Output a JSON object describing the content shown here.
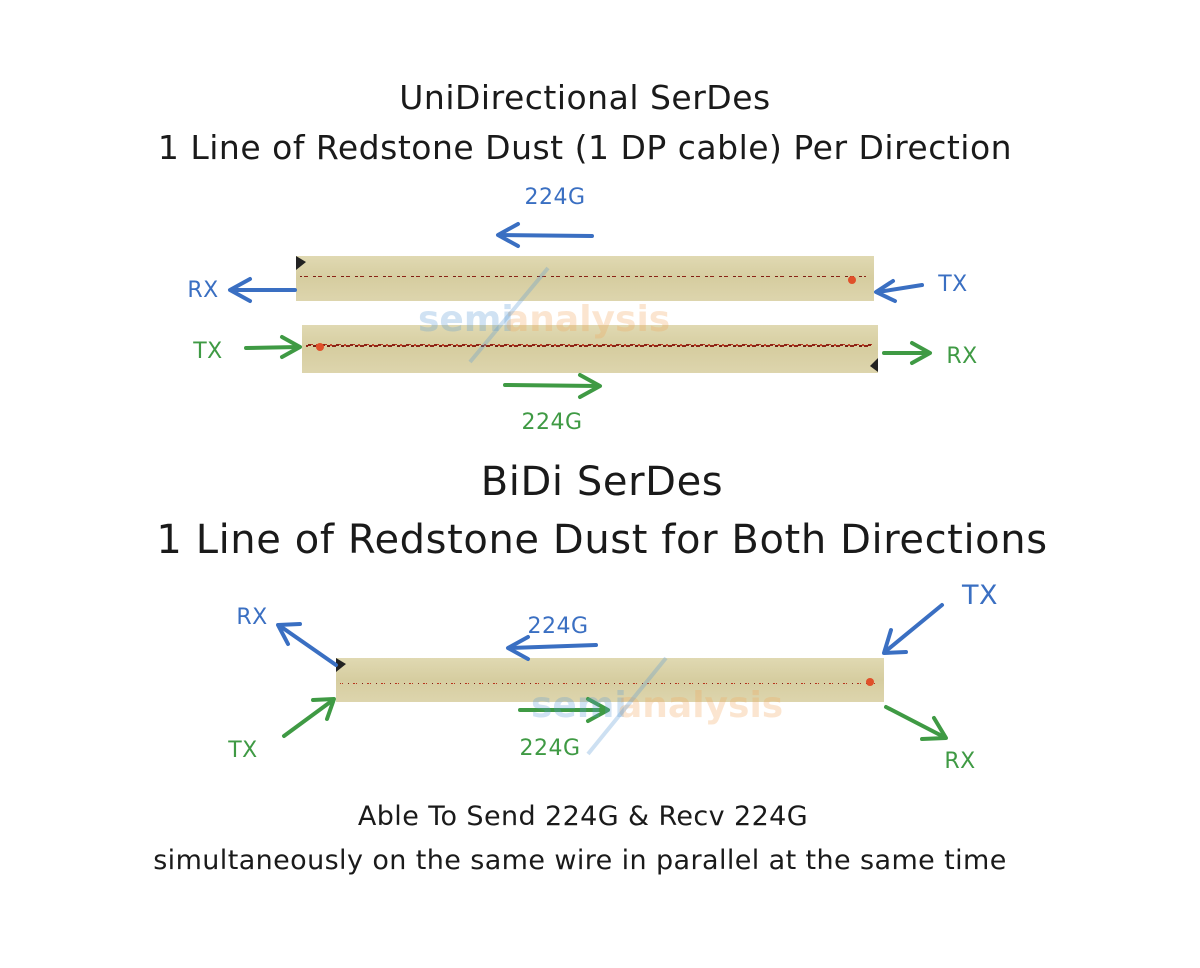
{
  "titles": {
    "uni_heading": "UniDirectional SerDes",
    "uni_subheading": "1 Line of Redstone Dust (1 DP cable) Per Direction",
    "bidi_heading": "BiDi SerDes",
    "bidi_subheading": "1 Line of Redstone Dust for Both Directions"
  },
  "uni": {
    "top_rate": "224G",
    "top_left": "RX",
    "top_right": "TX",
    "bottom_left": "TX",
    "bottom_right": "RX",
    "bottom_rate": "224G"
  },
  "bidi": {
    "top_left": "RX",
    "bottom_left": "TX",
    "top_right": "TX",
    "bottom_right": "RX",
    "upper_rate": "224G",
    "lower_rate": "224G"
  },
  "footer": {
    "line1": "Able To Send 224G & Recv 224G",
    "line2": "simultaneously on the same wire in parallel at the same time"
  },
  "watermark": {
    "part1": "semi",
    "part2": "analysis"
  },
  "colors": {
    "blue": "#3a6fc2",
    "green": "#3f9a44",
    "wire_bg": "#d9d1a6",
    "dust": "#9c2a1a",
    "ink": "#1a1a1a"
  }
}
